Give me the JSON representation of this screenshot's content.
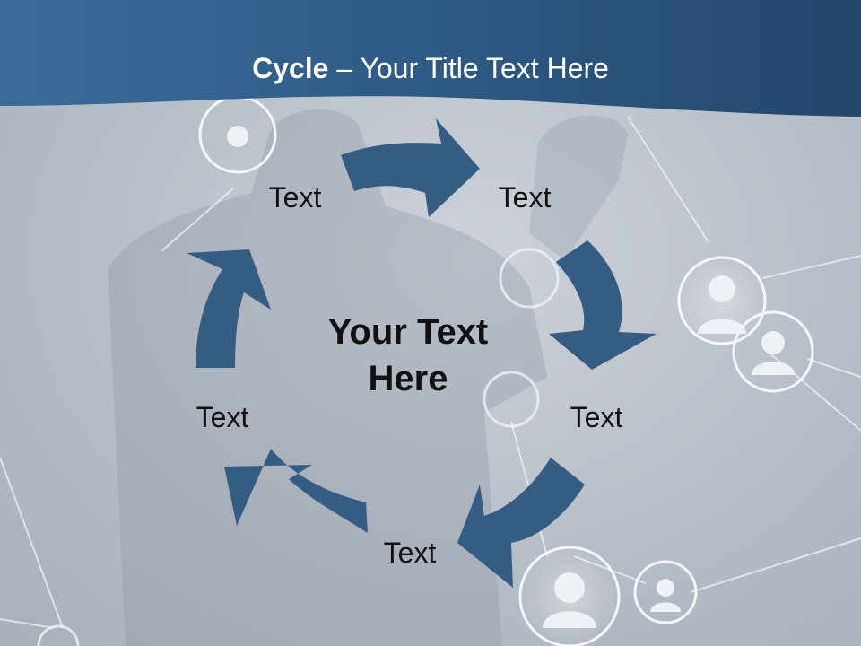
{
  "slide": {
    "title_bold": "Cycle",
    "title_rest": " – Your Title Text Here",
    "center_line1": "Your Text",
    "center_line2": "Here",
    "cycle_labels": [
      "Text",
      "Text",
      "Text",
      "Text",
      "Text"
    ]
  },
  "colors": {
    "header_blue": "#2f5f8a",
    "arrow_blue": "#355d84",
    "text": "#111111",
    "title_text": "#ffffff"
  },
  "icons": [
    "person-node-icon",
    "network-line"
  ]
}
